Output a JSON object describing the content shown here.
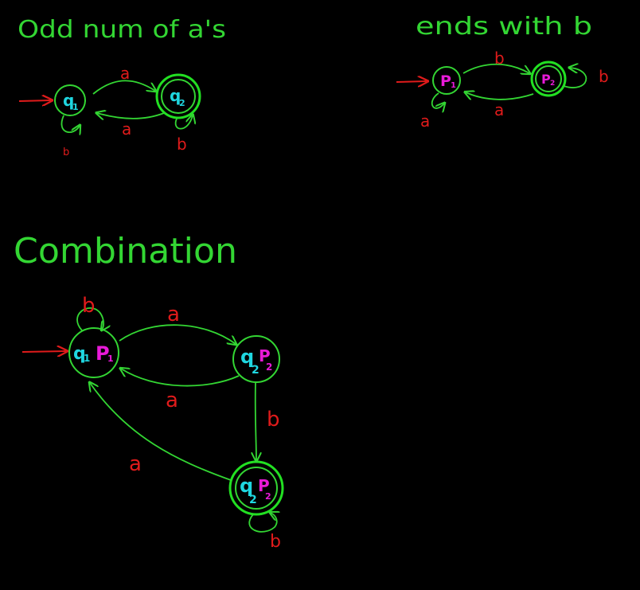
{
  "colors": {
    "background": "#000000",
    "green": "#33d633",
    "red": "#e01b1b",
    "cyan": "#1fd6e0",
    "magenta": "#e81ad8",
    "accept_ring": "#22e022"
  },
  "top_left": {
    "title": "Odd num of a's",
    "states": [
      {
        "id": "q1",
        "label_main": "q",
        "label_sub": "1",
        "accepting": false
      },
      {
        "id": "q2",
        "label_main": "q",
        "label_sub": "2",
        "accepting": true
      }
    ],
    "transitions": [
      {
        "from": "q1",
        "to": "q2",
        "symbol": "a"
      },
      {
        "from": "q2",
        "to": "q1",
        "symbol": "a"
      },
      {
        "from": "q1",
        "to": "q1",
        "symbol": "b"
      },
      {
        "from": "q2",
        "to": "q2",
        "symbol": "b"
      }
    ]
  },
  "top_right": {
    "title": "ends with b",
    "states": [
      {
        "id": "p1",
        "label_main": "P",
        "label_sub": "1",
        "accepting": false
      },
      {
        "id": "p2",
        "label_main": "P",
        "label_sub": "2",
        "accepting": true
      }
    ],
    "transitions": [
      {
        "from": "p1",
        "to": "p2",
        "symbol": "b"
      },
      {
        "from": "p2",
        "to": "p1",
        "symbol": "a"
      },
      {
        "from": "p1",
        "to": "p1",
        "symbol": "a"
      },
      {
        "from": "p2",
        "to": "p2",
        "symbol": "b"
      }
    ]
  },
  "combination": {
    "title": "Combination",
    "states": [
      {
        "id": "q1p1",
        "q_main": "q",
        "q_sub": "1",
        "p_main": "P",
        "p_sub": "1",
        "accepting": false
      },
      {
        "id": "q2p2",
        "q_main": "q",
        "q_sub": "2",
        "p_main": "P",
        "p_sub": "2",
        "accepting": false
      },
      {
        "id": "q2p2b",
        "q_main": "q",
        "q_sub": "2",
        "p_main": "P",
        "p_sub": "2",
        "accepting": true
      }
    ],
    "transitions": [
      {
        "from": "q1p1",
        "to": "q2p2",
        "symbol": "a"
      },
      {
        "from": "q2p2",
        "to": "q1p1",
        "symbol": "a"
      },
      {
        "from": "q1p1",
        "to": "q1p1",
        "symbol": "b"
      },
      {
        "from": "q2p2",
        "to": "q2p2b",
        "symbol": "b"
      },
      {
        "from": "q2p2b",
        "to": "q1p1",
        "symbol": "a"
      },
      {
        "from": "q2p2b",
        "to": "q2p2b",
        "symbol": "b"
      }
    ]
  }
}
